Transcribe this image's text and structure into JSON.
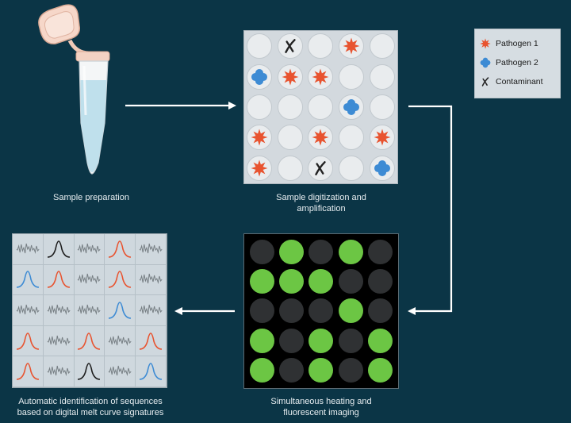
{
  "captions": {
    "sample_preparation": "Sample preparation",
    "digitization_line1": "Sample digitization and",
    "digitization_line2": "amplification",
    "imaging_line1": "Simultaneous heating and",
    "imaging_line2": "fluorescent imaging",
    "identification_line1": "Automatic identification of sequences",
    "identification_line2": "based on digital melt curve signatures"
  },
  "legend": [
    {
      "symbol": "star",
      "label": "Pathogen 1",
      "color": "#e8532f"
    },
    {
      "symbol": "blob",
      "label": "Pathogen 2",
      "color": "#3d8bd4"
    },
    {
      "symbol": "x",
      "label": "Contaminant",
      "color": "#222222"
    }
  ],
  "colors": {
    "background": "#0b3546",
    "arrow": "#ffffff",
    "green": "#6cc644",
    "dark_well": "#2f3133",
    "noise": "#777f84",
    "black_curve": "#1c1c1c"
  },
  "digitization_grid": [
    [
      "empty",
      "x",
      "empty",
      "star",
      "empty"
    ],
    [
      "blob",
      "star",
      "star",
      "empty",
      "empty"
    ],
    [
      "empty",
      "empty",
      "empty",
      "blob",
      "empty"
    ],
    [
      "star",
      "empty",
      "star",
      "empty",
      "star"
    ],
    [
      "star",
      "empty",
      "x",
      "empty",
      "blob"
    ]
  ],
  "fluorescence_grid": [
    [
      0,
      1,
      0,
      1,
      0
    ],
    [
      1,
      1,
      1,
      0,
      0
    ],
    [
      0,
      0,
      0,
      1,
      0
    ],
    [
      1,
      0,
      1,
      0,
      1
    ],
    [
      1,
      0,
      1,
      0,
      1
    ]
  ],
  "melt_grid": [
    [
      "noise",
      "black",
      "noise",
      "red",
      "noise"
    ],
    [
      "blue",
      "red",
      "noise",
      "red",
      "noise"
    ],
    [
      "noise",
      "noise",
      "noise",
      "blue",
      "noise"
    ],
    [
      "red",
      "noise",
      "red",
      "noise",
      "red"
    ],
    [
      "red",
      "noise",
      "black",
      "noise",
      "blue"
    ]
  ]
}
